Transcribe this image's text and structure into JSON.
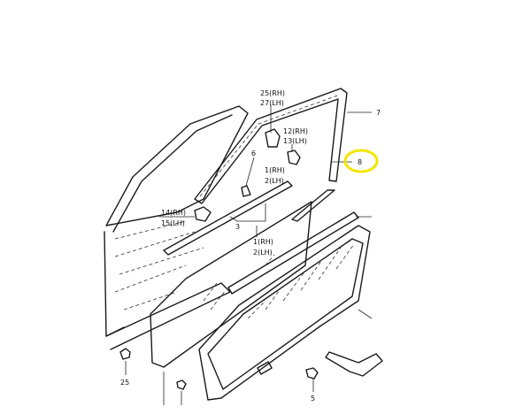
{
  "diagram": {
    "callouts": [
      {
        "id": "c25-27",
        "lines": [
          "25(RH)",
          "27(LH)"
        ]
      },
      {
        "id": "c7",
        "lines": [
          "7"
        ]
      },
      {
        "id": "c12-13",
        "lines": [
          "12(RH)",
          "13(LH)"
        ]
      },
      {
        "id": "c8",
        "lines": [
          "8"
        ]
      },
      {
        "id": "c6",
        "lines": [
          "6"
        ]
      },
      {
        "id": "c1-2a",
        "lines": [
          "1(RH)",
          "2(LH)"
        ]
      },
      {
        "id": "c14-15",
        "lines": [
          "14(RH)",
          "15(LH)"
        ]
      },
      {
        "id": "c3",
        "lines": [
          "3"
        ]
      },
      {
        "id": "c1-2b",
        "lines": [
          "1(RH)",
          "2(LH)"
        ]
      },
      {
        "id": "c25",
        "lines": [
          "25"
        ]
      },
      {
        "id": "c5",
        "lines": [
          "5"
        ]
      }
    ],
    "highlight": {
      "callout": "8",
      "color": "#f2e600"
    }
  }
}
